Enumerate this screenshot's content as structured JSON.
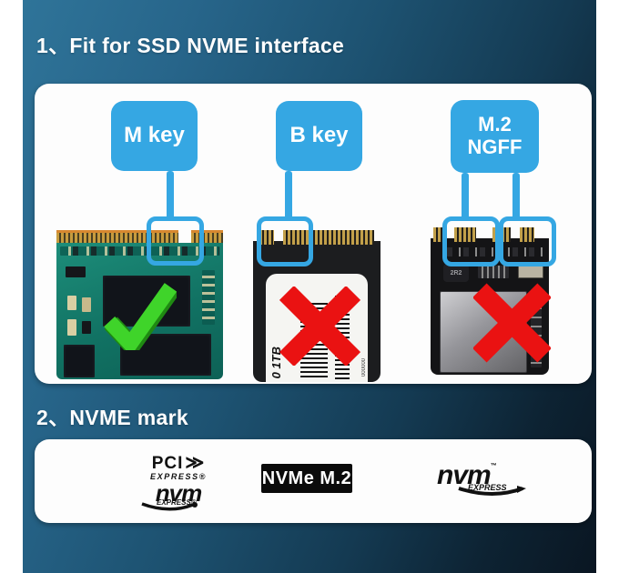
{
  "colors": {
    "accent_blue": "#35a7e3",
    "check_green": "#3fd42a",
    "cross_red": "#ea1212",
    "panel_white": "#fdfdfd"
  },
  "sections": {
    "one": {
      "title": "1、Fit for SSD NVME interface"
    },
    "two": {
      "title": "2、NVME mark"
    }
  },
  "callouts": {
    "m_key": "M key",
    "b_key": "B key",
    "ngff_line1": "M.2",
    "ngff_line2": "NGFF"
  },
  "drives": {
    "ssd1_icon": "check-icon",
    "ssd2_icon": "cross-icon",
    "ssd3_icon": "cross-icon",
    "ssd2_label": "0 1TB",
    "ssd2_barcode_digits": "000000",
    "ssd3_marking": "2R2"
  },
  "marks": {
    "pci": "PCI",
    "pci_arrow": "≫",
    "pci_express": "EXPRESS®",
    "nvm_word_small": "nvm",
    "nvm_express_small": "EXPRESS®",
    "badge": "NVMe M.2",
    "nvm_word_large": "nvm",
    "nvm_express_large": "EXPRESS",
    "trademark": "™"
  }
}
